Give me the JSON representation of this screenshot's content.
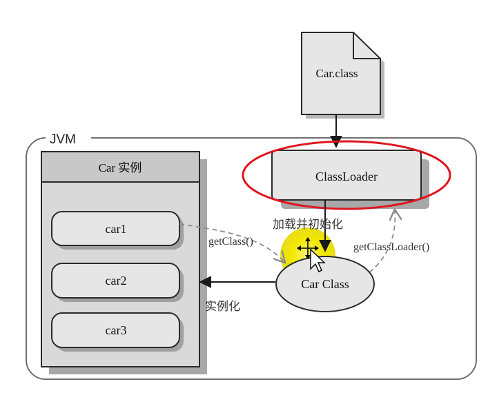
{
  "diagram": {
    "class_file": {
      "label": "Car.class"
    },
    "jvm": {
      "label": "JVM"
    },
    "instances_panel": {
      "title": "Car 实例",
      "items": [
        {
          "label": "car1"
        },
        {
          "label": "car2"
        },
        {
          "label": "car3"
        }
      ]
    },
    "classloader": {
      "label": "ClassLoader"
    },
    "car_class": {
      "label": "Car Class"
    },
    "edges": {
      "load_init": "加载并初始化",
      "get_class": "getClass()",
      "get_classloader": "getClassLoader()",
      "instantiate": "实例化"
    },
    "colors": {
      "node_fill": "#e6e6e6",
      "node_stroke": "#2a2a2a",
      "shadow": "#a8a8a8",
      "highlight_ring": "#e0141e",
      "cursor_halo": "#f2e800",
      "dashed_edge": "#8c8c8c",
      "panel_header": "#c8c8c8",
      "panel_body": "#d9d9d9"
    }
  }
}
